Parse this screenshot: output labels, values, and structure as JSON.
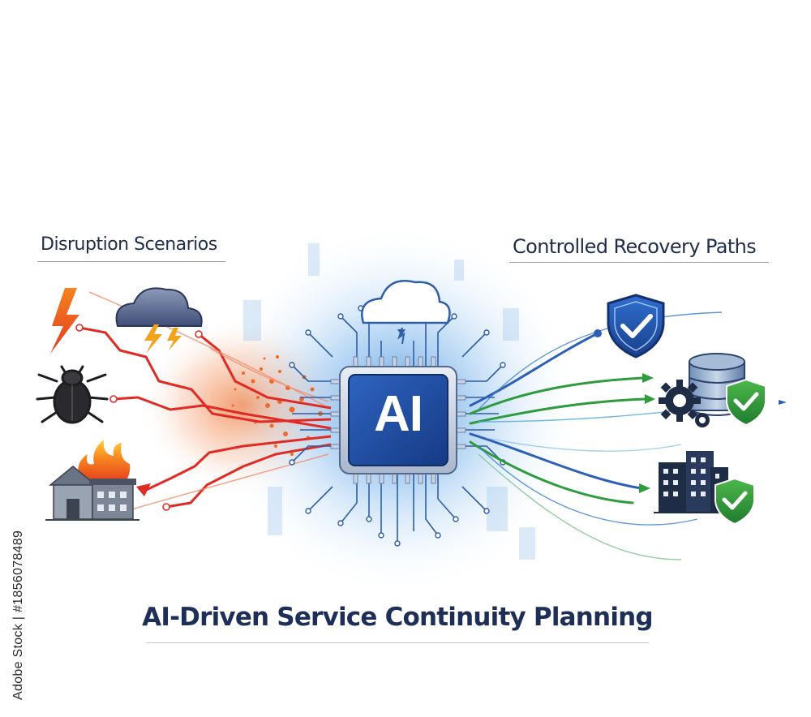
{
  "title": "AI-Driven Service Continuity Planning",
  "left_heading": "Disruption Scenarios",
  "right_heading": "Controlled Recovery Paths",
  "center_chip_label": "AI",
  "side_text": "Adobe Stock | #1856078489",
  "icons": {
    "disruptions": [
      "lightning-bolt-icon",
      "storm-cloud-icon",
      "bug-icon",
      "burning-building-icon"
    ],
    "recoveries": [
      "shield-check-icon",
      "gear-icon",
      "database-check-icon",
      "office-building-check-icon"
    ],
    "center": [
      "cloud-icon",
      "ai-chip-icon"
    ]
  },
  "colors": {
    "disruption": "#e02b24",
    "ai_chip": "#1e4a9a",
    "recovery_blue": "#2e5fb8",
    "recovery_green": "#2e9b3c",
    "title": "#1e2f57"
  }
}
